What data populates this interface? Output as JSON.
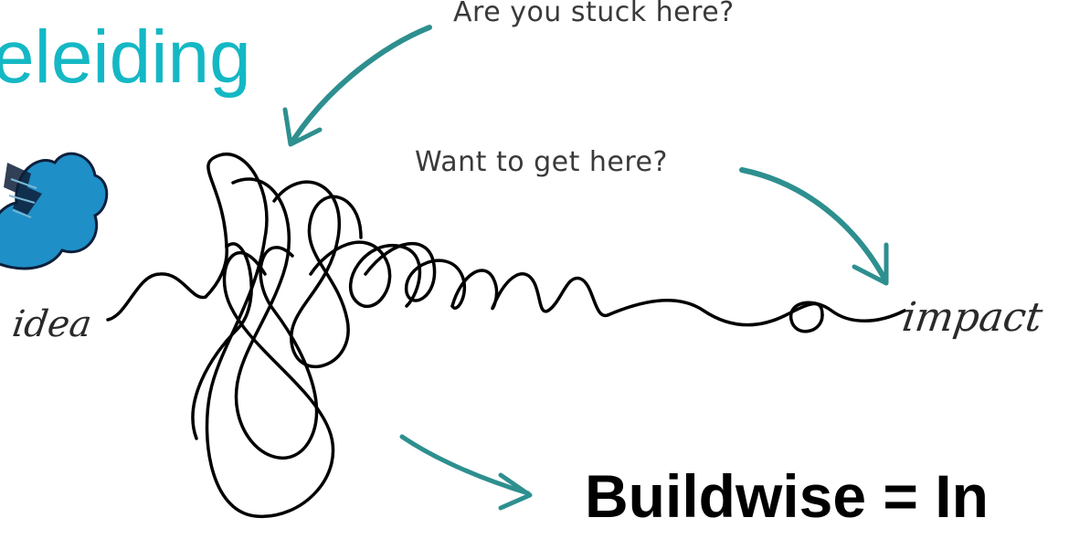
{
  "slide": {
    "title": "eleiding",
    "question_stuck": "Are you stuck here?",
    "question_goal": "Want to get here?",
    "label_start": "idea",
    "label_end": "impact",
    "tagline": "Buildwise = In"
  },
  "colors": {
    "title": "#14b8c4",
    "arrow": "#2e8f8f",
    "cloud": "#1f8fc7",
    "scribble": "#000000"
  },
  "icons": [
    "cloud-icon",
    "stuck-arrow-icon",
    "goal-arrow-icon",
    "buildwise-arrow-icon"
  ]
}
